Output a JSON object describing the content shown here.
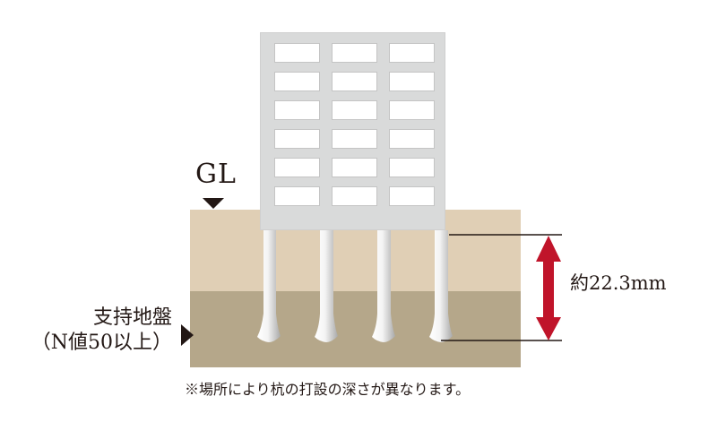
{
  "diagram": {
    "title": "Pile foundation diagram",
    "ground_level_label": "GL",
    "bearing_layer": {
      "line1": "支持地盤",
      "line2": "（N値50以上）"
    },
    "depth_label": "約22.3mm",
    "footnote": "※場所により杭の打設の深さが異なります。",
    "building": {
      "window_rows": 6,
      "window_columns": 3
    },
    "pile_count": 4,
    "colors": {
      "surface_soil": "#E0CFB5",
      "bearing_soil": "#B5A78A",
      "building": "#D9DADA",
      "pile": "#F2F2F2",
      "arrow": "#C0142A",
      "marker": "#231815"
    }
  }
}
